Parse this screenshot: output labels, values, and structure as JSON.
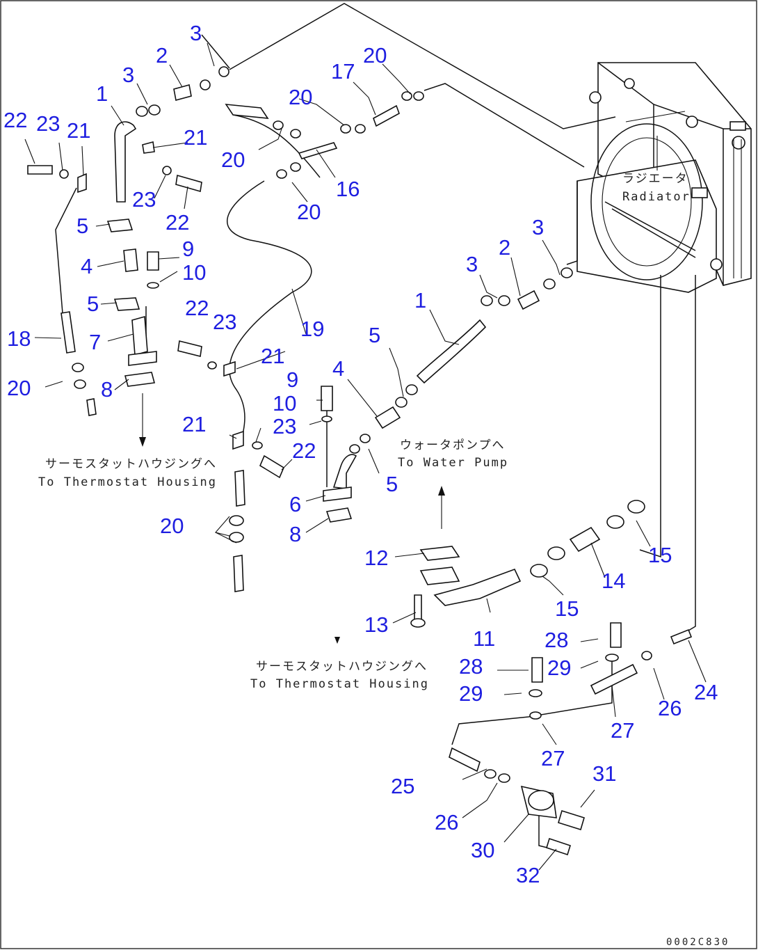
{
  "callouts": [
    "1",
    "2",
    "3",
    "4",
    "5",
    "6",
    "7",
    "8",
    "9",
    "10",
    "11",
    "12",
    "13",
    "14",
    "15",
    "16",
    "17",
    "18",
    "19",
    "20",
    "21",
    "22",
    "23",
    "24",
    "25",
    "26",
    "27",
    "28",
    "29",
    "30",
    "31",
    "32"
  ],
  "notes": {
    "radiator_jp": "ラジエータ",
    "radiator_en": "Radiator",
    "water_pump_jp": "ウォータポンプへ",
    "water_pump_en": "To Water Pump",
    "thermostat_left_jp": "サーモスタットハウジングへ",
    "thermostat_left_en": "To Thermostat Housing",
    "thermostat_bottom_jp": "サーモスタットハウジングへ",
    "thermostat_bottom_en": "To Thermostat Housing"
  },
  "document_id": "0002C830",
  "colors": {
    "callout": "#1e1ee0",
    "line": "#111111"
  }
}
